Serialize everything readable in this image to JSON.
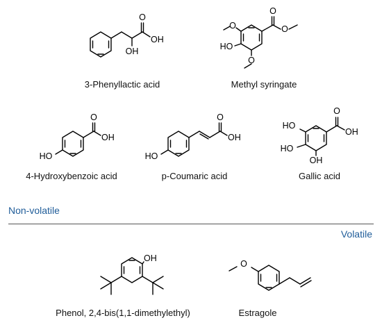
{
  "compounds": [
    {
      "name": "3-Phenyllactic acid",
      "atoms": [
        "O",
        "OH",
        "OH"
      ]
    },
    {
      "name": "Methyl syringate",
      "atoms": [
        "O",
        "O",
        "O",
        "HO",
        "O"
      ]
    },
    {
      "name": "4-Hydroxybenzoic  acid",
      "atoms": [
        "O",
        "OH",
        "HO"
      ]
    },
    {
      "name": "p-Coumaric acid",
      "atoms": [
        "O",
        "OH",
        "HO"
      ]
    },
    {
      "name": "Gallic acid",
      "atoms": [
        "HO",
        "HO",
        "OH",
        "O",
        "OH"
      ]
    },
    {
      "name": "Phenol, 2,4-bis(1,1-dimethylethyl)",
      "atoms": [
        "OH"
      ]
    },
    {
      "name": "Estragole",
      "atoms": [
        "O"
      ]
    }
  ],
  "sections": {
    "nonvolatile": "Non-volatile",
    "volatile": "Volatile"
  },
  "colors": {
    "section_label": "#1f5c99",
    "divider": "#555555",
    "bonds": "#000000"
  }
}
